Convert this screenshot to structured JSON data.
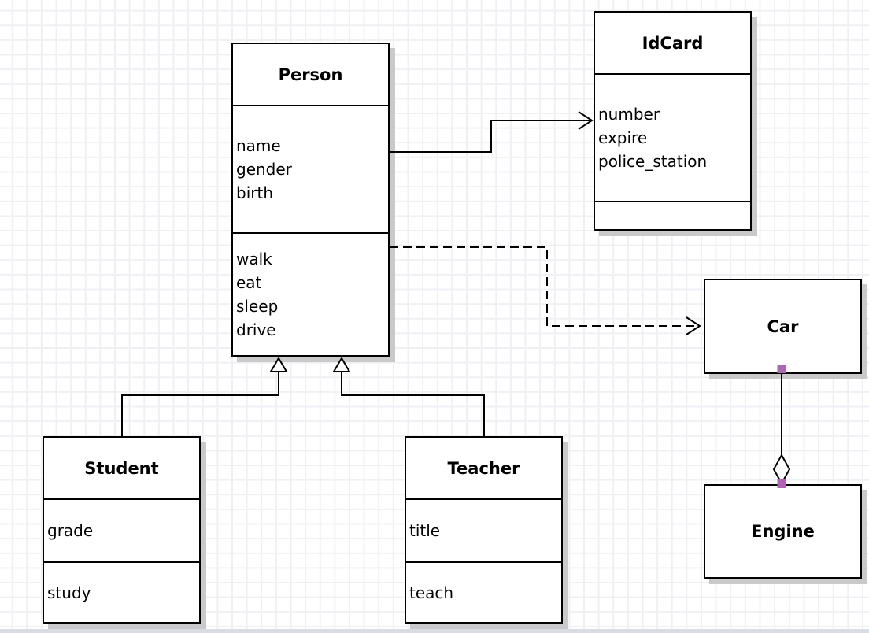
{
  "diagram": {
    "classes": [
      {
        "title": "Person",
        "attributes": [
          "name",
          "gender",
          "birth"
        ],
        "methods": [
          "walk",
          "eat",
          "sleep",
          "drive"
        ]
      },
      {
        "title": "IdCard",
        "attributes": [
          "number",
          "expire",
          "police_station"
        ],
        "methods": []
      },
      {
        "title": "Car",
        "attributes": [],
        "methods": []
      },
      {
        "title": "Engine",
        "attributes": [],
        "methods": []
      },
      {
        "title": "Student",
        "attributes": [
          "grade"
        ],
        "methods": [
          "study"
        ]
      },
      {
        "title": "Teacher",
        "attributes": [
          "title"
        ],
        "methods": [
          "teach"
        ]
      }
    ],
    "relations": [
      {
        "from": "Person",
        "to": "IdCard",
        "type": "association",
        "line": "solid",
        "arrow": "open"
      },
      {
        "from": "Person",
        "to": "Car",
        "type": "dependency",
        "line": "dashed",
        "arrow": "open"
      },
      {
        "from": "Student",
        "to": "Person",
        "type": "generalization",
        "line": "solid",
        "arrow": "hollow-triangle"
      },
      {
        "from": "Teacher",
        "to": "Person",
        "type": "generalization",
        "line": "solid",
        "arrow": "hollow-triangle"
      },
      {
        "from": "Car",
        "to": "Engine",
        "type": "aggregation",
        "line": "solid",
        "arrow": "hollow-diamond",
        "selected": true
      }
    ],
    "colors": {
      "endpoint_handle": "#b164b4",
      "shape_border": "#000000",
      "shape_fill": "#ffffff",
      "shadow": "#c9c9c9",
      "grid_line": "#eff0f3"
    }
  }
}
